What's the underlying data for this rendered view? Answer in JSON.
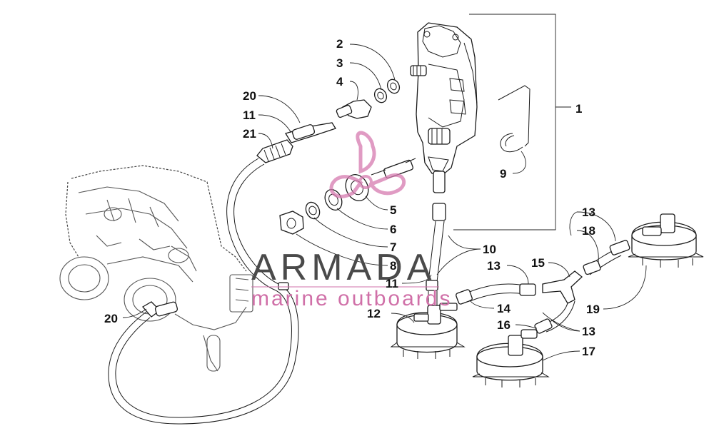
{
  "diagram": {
    "callouts": [
      {
        "id": "c1",
        "text": "1"
      },
      {
        "id": "c2",
        "text": "2"
      },
      {
        "id": "c3",
        "text": "3"
      },
      {
        "id": "c4",
        "text": "4"
      },
      {
        "id": "c5",
        "text": "5"
      },
      {
        "id": "c6",
        "text": "6"
      },
      {
        "id": "c7",
        "text": "7"
      },
      {
        "id": "c8",
        "text": "8"
      },
      {
        "id": "c9",
        "text": "9"
      },
      {
        "id": "c10",
        "text": "10"
      },
      {
        "id": "c11a",
        "text": "11"
      },
      {
        "id": "c11b",
        "text": "11"
      },
      {
        "id": "c12",
        "text": "12"
      },
      {
        "id": "c13a",
        "text": "13"
      },
      {
        "id": "c13b",
        "text": "13"
      },
      {
        "id": "c13c",
        "text": "13"
      },
      {
        "id": "c14",
        "text": "14"
      },
      {
        "id": "c15",
        "text": "15"
      },
      {
        "id": "c16",
        "text": "16"
      },
      {
        "id": "c17",
        "text": "17"
      },
      {
        "id": "c18",
        "text": "18"
      },
      {
        "id": "c19",
        "text": "19"
      },
      {
        "id": "c20a",
        "text": "20"
      },
      {
        "id": "c20b",
        "text": "20"
      },
      {
        "id": "c21",
        "text": "21"
      }
    ]
  },
  "watermark": {
    "brand": "ARMADA",
    "tagline": "marine outboards",
    "logo_color": "#d67ab0",
    "text_color": "#4a4a4a"
  }
}
